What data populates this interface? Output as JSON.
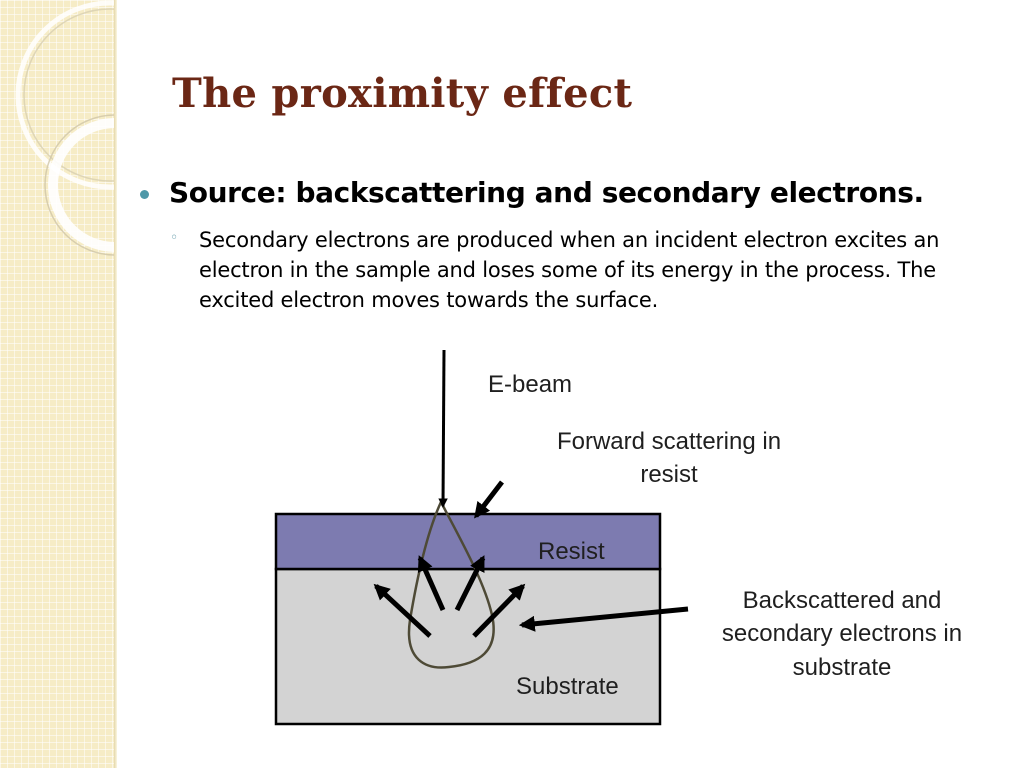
{
  "slide": {
    "title": "The proximity effect",
    "bullet_main": "Source: backscattering and secondary electrons.",
    "bullet_sub": "Secondary electrons are produced when an incident electron excites an electron in the sample and loses some of its energy in the process. The excited electron moves towards the surface."
  },
  "diagram": {
    "label_ebeam": "E-beam",
    "label_forward_1": "Forward scattering in",
    "label_forward_2": "resist",
    "label_resist": "Resist",
    "label_backscatter_1": "Backscattered and",
    "label_backscatter_2": "secondary electrons in",
    "label_backscatter_3": "substrate",
    "label_substrate": "Substrate"
  },
  "colors": {
    "title": "#6b2715",
    "bullet_dot": "#4f98a8",
    "resist_fill": "#7d7bb0",
    "substrate_fill": "#d3d3d3",
    "side_band": "#f6ecc6"
  }
}
